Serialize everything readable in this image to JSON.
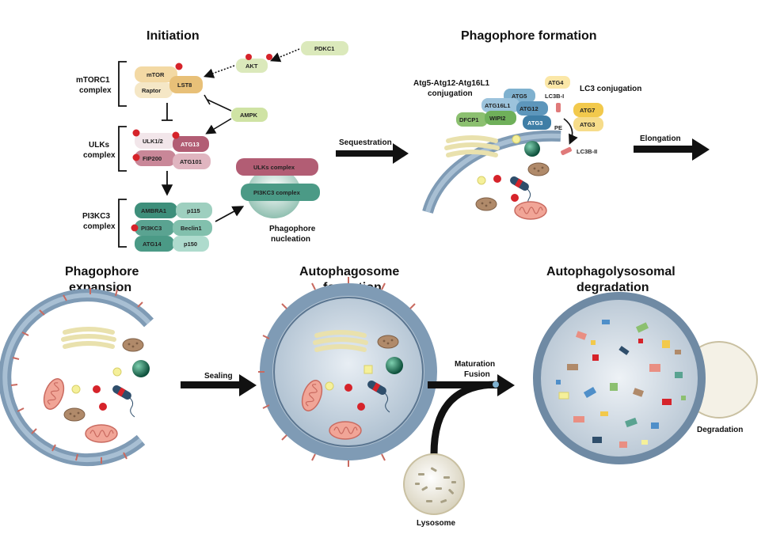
{
  "titles": {
    "initiation": "Initiation",
    "phagophore_formation": "Phagophore formation",
    "phagophore_expansion_1": "Phagophore",
    "phagophore_expansion_2": "expansion",
    "autophagosome_formation_1": "Autophagosome",
    "autophagosome_formation_2": "formation",
    "autophagolysosomal_degradation_1": "Autophagolysosomal",
    "autophagolysosomal_degradation_2": "degradation"
  },
  "complexes": {
    "mtorc1_1": "mTORC1",
    "mtorc1_2": "complex",
    "ulks_1": "ULKs",
    "ulks_2": "complex",
    "pi3kc3_1": "PI3KC3",
    "pi3kc3_2": "complex"
  },
  "proteins": {
    "pdkc1": "PDKC1",
    "akt": "AKT",
    "ampk": "AMPK",
    "mtor": "mTOR",
    "lst8": "LST8",
    "raptor": "Raptor",
    "ulk12": "ULK1/2",
    "atg13": "ATG13",
    "fip200": "FIP200",
    "atg101": "ATG101",
    "ambra1": "AMBRA1",
    "p115": "p115",
    "pi3kc3": "PI3KC3",
    "beclin1": "Beclin1",
    "atg14": "ATG14",
    "p150": "p150",
    "ulks_complex": "ULKs complex",
    "pi3kc3_complex": "PI3KC3 complex",
    "atg5": "ATG5",
    "atg16l1": "ATG16L1",
    "atg12": "ATG12",
    "dfcp1": "DFCP1",
    "wipi2": "WIPI2",
    "atg3_a": "ATG3",
    "atg4": "ATG4",
    "lc3b_i": "LC3B-I",
    "pe": "PE",
    "atg7": "ATG7",
    "atg3_b": "ATG3",
    "lc3b_ii": "LC3B-II"
  },
  "labels": {
    "phagophore_nucleation_1": "Phagophore",
    "phagophore_nucleation_2": "nucleation",
    "atg5_conj_1": "Atg5-Atg12-Atg16L1",
    "atg5_conj_2": "conjugation",
    "lc3_conj": "LC3 conjugation",
    "sequestration": "Sequestration",
    "elongation": "Elongation",
    "sealing": "Sealing",
    "maturation": "Maturation",
    "fusion": "Fusion",
    "lysosome": "Lysosome",
    "degradation": "Degradation"
  },
  "colors": {
    "membrane": "#7f9bb5",
    "membrane_dark": "#5a7590",
    "mtorc1": "#f3d9a4",
    "ulks": "#c1798c",
    "pi3kc3": "#5aa391",
    "ampk": "#cfe3a4",
    "atg_blue": "#7fb1cf",
    "atg_green": "#8cc070",
    "atg_yellow": "#f2c94c",
    "mito": "#e98f83",
    "bacterium": "#8c7a5a",
    "er": "#f3eec8",
    "phospho": "#d6232a"
  }
}
